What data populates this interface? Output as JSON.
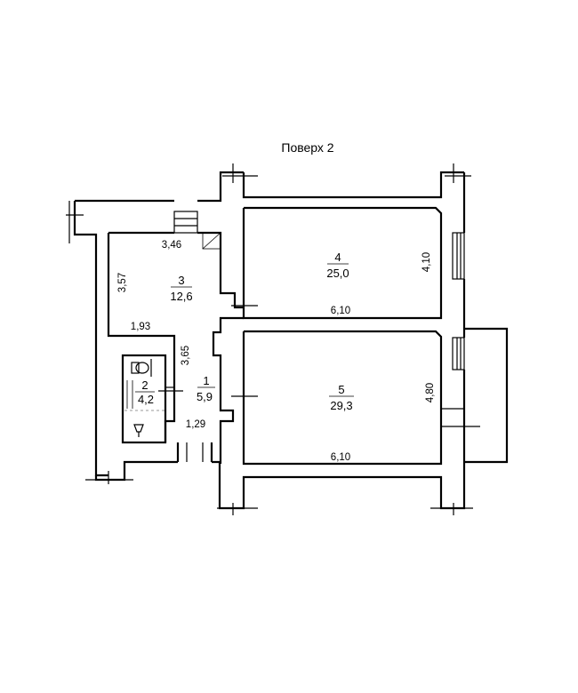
{
  "title": "Поверх 2",
  "rooms": [
    {
      "number": "1",
      "area": "5,9"
    },
    {
      "number": "2",
      "area": "4,2"
    },
    {
      "number": "3",
      "area": "12,6"
    },
    {
      "number": "4",
      "area": "25,0"
    },
    {
      "number": "5",
      "area": "29,3"
    }
  ],
  "dimensions": {
    "room3_top": "3,46",
    "room3_left": "3,57",
    "room3_bottom": "1,93",
    "corridor_height": "3,65",
    "corridor_bottom": "1,29",
    "room4_bottom": "6,10",
    "room4_right": "4,10",
    "room5_bottom": "6,10",
    "room5_right": "4,80"
  }
}
